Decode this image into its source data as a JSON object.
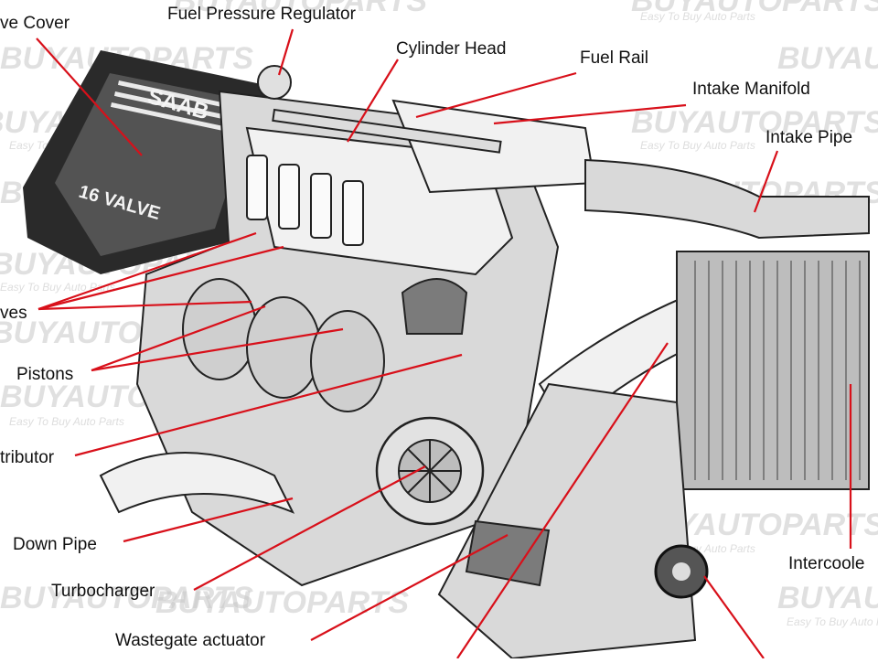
{
  "watermark": {
    "brand": "BUYAUTOPARTS",
    "tagline": "Easy To Buy Auto Parts"
  },
  "engine": {
    "brand_plate": "SAAB",
    "valve_plate": "16 VALVE"
  },
  "labels": {
    "valve_cover": "ve Cover",
    "fuel_pressure_regulator": "Fuel Pressure Regulator",
    "cylinder_head": "Cylinder Head",
    "fuel_rail": "Fuel Rail",
    "intake_manifold": "Intake Manifold",
    "intake_pipe": "Intake Pipe",
    "valves": "ves",
    "pistons": "Pistons",
    "distributor": "tributor",
    "down_pipe": "Down Pipe",
    "turbocharger": "Turbocharger",
    "wastegate_actuator": "Wastegate actuator",
    "intercooler": "Intercoole"
  },
  "colors": {
    "leader": "#d8101a",
    "label_text": "#111111",
    "watermark": "#c8c8c8"
  }
}
